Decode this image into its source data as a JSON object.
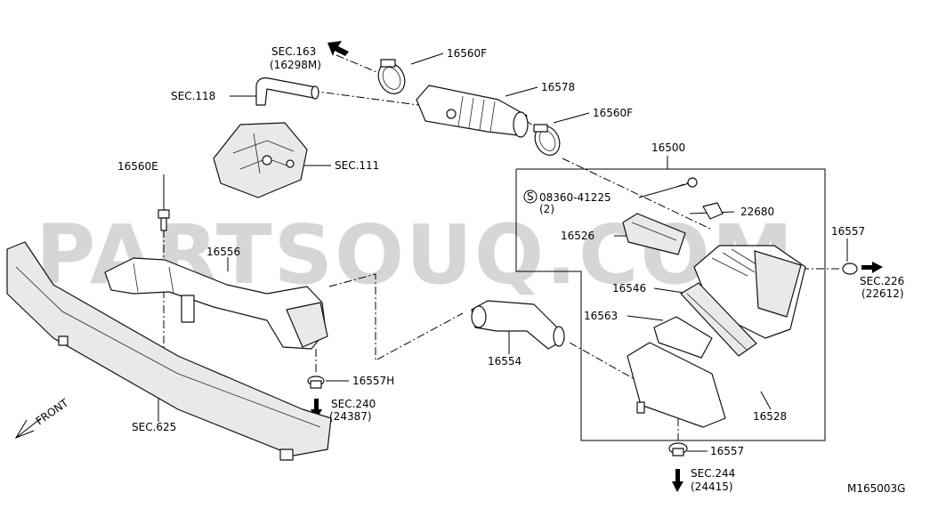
{
  "watermark": "PARTSOUQ.COM",
  "diagram_code": "M165003G",
  "front_label": "FRONT",
  "callouts": {
    "sec163": "SEC.163",
    "sec163_sub": "(16298M)",
    "p16560F_top": "16560F",
    "sec118": "SEC.118",
    "p16578": "16578",
    "p16560F_right": "16560F",
    "sec111": "SEC.111",
    "p16500": "16500",
    "p16560E": "16560E",
    "screw_symbol": "S",
    "p08360": "08360-41225",
    "p08360_qty": "(2)",
    "p22680": "22680",
    "p16526": "16526",
    "p16557_right": "16557",
    "p16556": "16556",
    "sec226": "SEC.226",
    "sec226_sub": "(22612)",
    "p16546": "16546",
    "p16563": "16563",
    "p16554": "16554",
    "p16557H": "16557H",
    "sec240": "SEC.240",
    "sec240_sub": "(24387)",
    "p16528": "16528",
    "sec625": "SEC.625",
    "p16557_bottom": "16557",
    "sec244": "SEC.244",
    "sec244_sub": "(24415)"
  }
}
